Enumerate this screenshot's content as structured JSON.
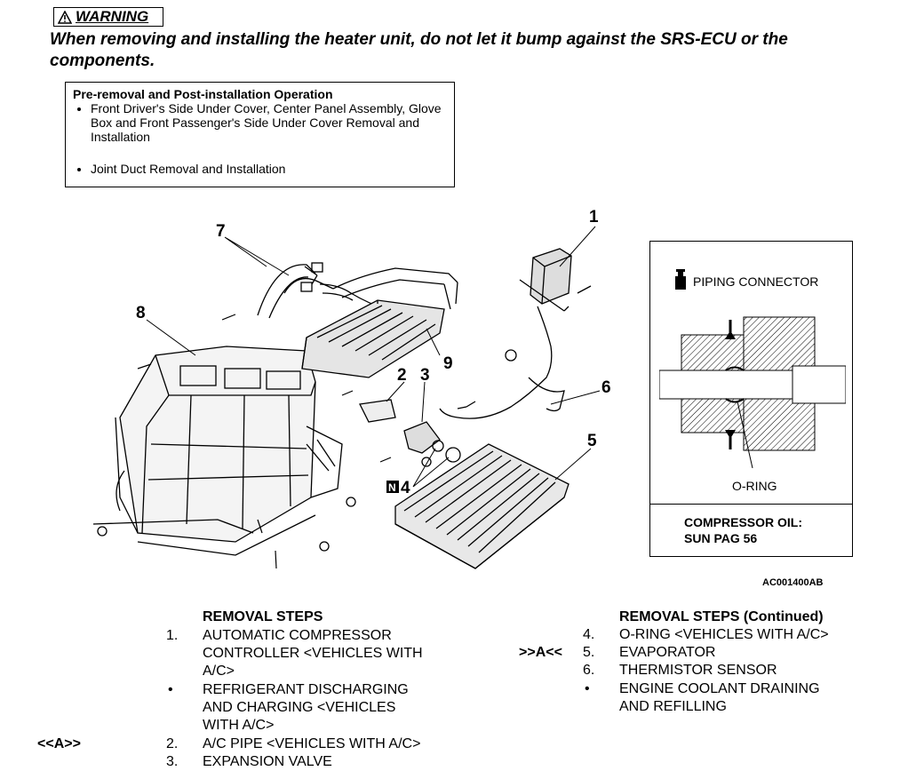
{
  "warning": {
    "tag": "WARNING",
    "text": "When removing and installing the heater unit, do not let it bump against the SRS-ECU or the components."
  },
  "pre_op": {
    "title": "Pre-removal and Post-installation Operation",
    "items": [
      "Front Driver's Side Under Cover, Center Panel Assembly, Glove Box and Front Passenger's Side Under Cover Removal and Installation",
      "Joint Duct Removal and Installation"
    ]
  },
  "diagram": {
    "callouts": [
      "1",
      "2",
      "3",
      "5",
      "6",
      "7",
      "8",
      "9"
    ],
    "n4": "4",
    "n_badge": "N"
  },
  "inset": {
    "piping": "PIPING CONNECTOR",
    "oring": "O-RING",
    "oil_line1": "COMPRESSOR OIL:",
    "oil_line2": "SUN PAG 56"
  },
  "figure_code": "AC001400AB",
  "steps_left": {
    "heading": "REMOVAL STEPS",
    "marker_a": "<<A>>",
    "items": [
      {
        "num": "1.",
        "lines": [
          "AUTOMATIC COMPRESSOR",
          "CONTROLLER <VEHICLES WITH",
          "A/C>"
        ]
      },
      {
        "num": "•",
        "lines": [
          "REFRIGERANT DISCHARGING",
          "AND CHARGING <VEHICLES",
          "WITH A/C>"
        ]
      },
      {
        "num": "2.",
        "lines": [
          "A/C PIPE <VEHICLES WITH A/C>"
        ]
      },
      {
        "num": "3.",
        "lines": [
          "EXPANSION VALVE"
        ]
      }
    ]
  },
  "steps_right": {
    "heading": "REMOVAL STEPS (Continued)",
    "marker_a": ">>A<<",
    "items": [
      {
        "num": "4.",
        "lines": [
          "O-RING <VEHICLES WITH A/C>"
        ]
      },
      {
        "num": "5.",
        "lines": [
          "EVAPORATOR"
        ]
      },
      {
        "num": "6.",
        "lines": [
          "THERMISTOR SENSOR"
        ]
      },
      {
        "num": "•",
        "lines": [
          "ENGINE COOLANT DRAINING",
          "AND REFILLING"
        ]
      }
    ]
  }
}
